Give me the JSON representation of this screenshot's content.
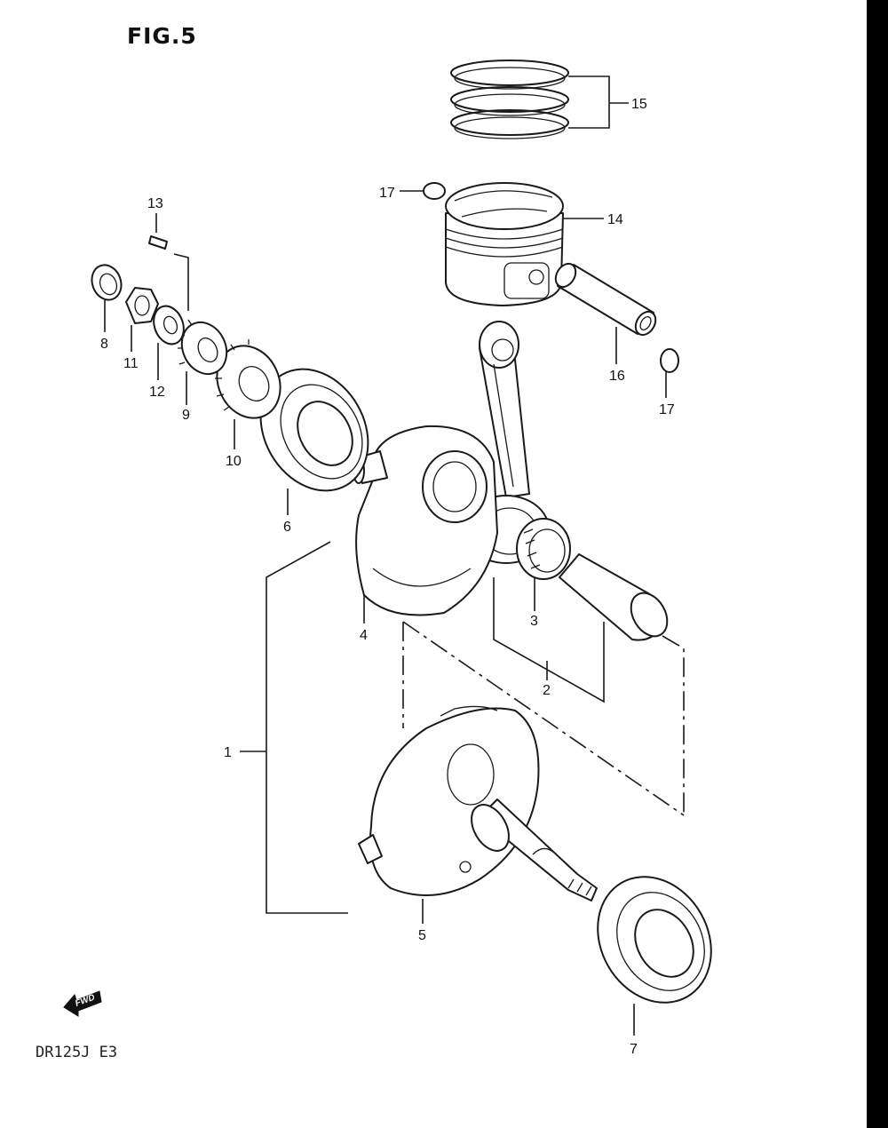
{
  "figure": {
    "title": "FIG.5",
    "model_code": "DR125J E3",
    "fwd_mark": "FWD"
  },
  "callouts": {
    "c1": "1",
    "c2": "2",
    "c3": "3",
    "c4": "4",
    "c5": "5",
    "c6": "6",
    "c7": "7",
    "c8": "8",
    "c9": "9",
    "c10": "10",
    "c11": "11",
    "c12": "12",
    "c13": "13",
    "c14": "14",
    "c15": "15",
    "c16": "16",
    "c17a": "17",
    "c17b": "17"
  },
  "icons": {
    "fwd_arrow": "fwd-arrow-icon"
  }
}
